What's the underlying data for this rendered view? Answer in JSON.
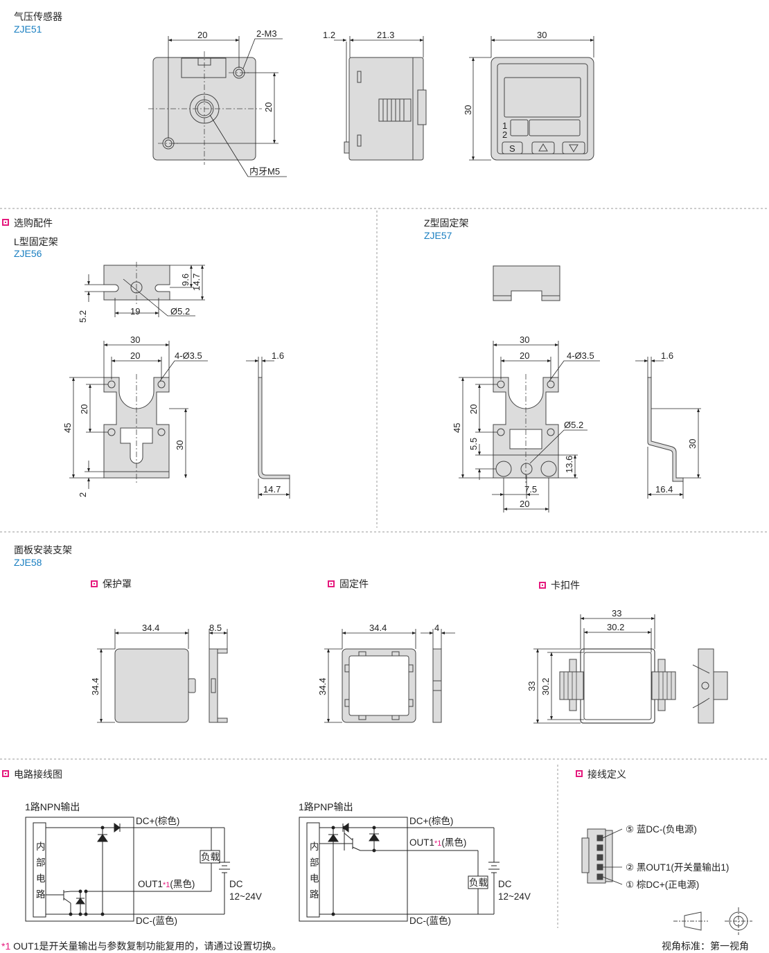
{
  "sensor": {
    "title": "气压传感器",
    "code": "ZJE51"
  },
  "accessories": {
    "title": "选购配件"
  },
  "lbracket": {
    "title": "L型固定架",
    "code": "ZJE56"
  },
  "zbracket": {
    "title": "Z型固定架",
    "code": "ZJE57"
  },
  "panel": {
    "title": "面板安装支架",
    "code": "ZJE58",
    "cover": "保护罩",
    "fixer": "固定件",
    "clip": "卡扣件"
  },
  "circuit": {
    "title": "电路接线图"
  },
  "wiring": {
    "title": "接线定义",
    "blue": "⑤ 蓝DC-(负电源)",
    "black": "② 黑OUT1(开关量输出1)",
    "brown": "① 棕DC+(正电源)"
  },
  "npn": {
    "title": "1路NPN输出",
    "dcplus": "DC+(棕色)",
    "out": "OUT1",
    "mark": "*1",
    "out_color": "(黑色)",
    "dcminus": "DC-(蓝色)",
    "load": "负载",
    "internal": [
      "内",
      "部",
      "电",
      "路"
    ],
    "dc": "DC",
    "volt": "12~24V"
  },
  "pnp": {
    "title": "1路PNP输出",
    "dcplus": "DC+(棕色)",
    "out": "OUT1",
    "mark": "*1",
    "out_color": "(黑色)",
    "dcminus": "DC-(蓝色)",
    "load": "负载",
    "internal": [
      "内",
      "部",
      "电",
      "路"
    ],
    "dc": "DC",
    "volt": "12~24V"
  },
  "footnote": {
    "mark": "*1",
    "text": " OUT1是开关量输出与参数复制功能复用的，请通过设置切换。"
  },
  "view": {
    "label": "视角标准：第一视角"
  },
  "dims": {
    "s_20a": "20",
    "s_2m3": "2-M3",
    "s_20b": "20",
    "s_m5": "内牙M5",
    "s_12": "1.2",
    "s_213": "21.3",
    "s_30a": "30",
    "s_30b": "30",
    "panel_1": "1",
    "panel_2": "2",
    "btn_s": "S",
    "l_96": "9.6",
    "l_147": "14.7",
    "l_52": "5.2",
    "l_19": "19",
    "l_d52": "Ø5.2",
    "l_30": "30",
    "l_20": "20",
    "l_4d35": "4-Ø3.5",
    "l_16": "1.6",
    "l_45": "45",
    "l_20v": "20",
    "l_30v": "30",
    "l_2": "2",
    "l_147b": "14.7",
    "z_30": "30",
    "z_20": "20",
    "z_4d35": "4-Ø3.5",
    "z_16": "1.6",
    "z_45": "45",
    "z_20v": "20",
    "z_d52": "Ø5.2",
    "z_55": "5.5",
    "z_136": "13.6",
    "z_75": "7.5",
    "z_20b": "20",
    "z_30v": "30",
    "z_164": "16.4",
    "p_344a": "34.4",
    "p_85": "8.5",
    "p_344b": "34.4",
    "f_344a": "34.4",
    "f_4": "4",
    "f_344b": "34.4",
    "c_33": "33",
    "c_302": "30.2",
    "c_33v": "33",
    "c_302v": "30.2"
  }
}
